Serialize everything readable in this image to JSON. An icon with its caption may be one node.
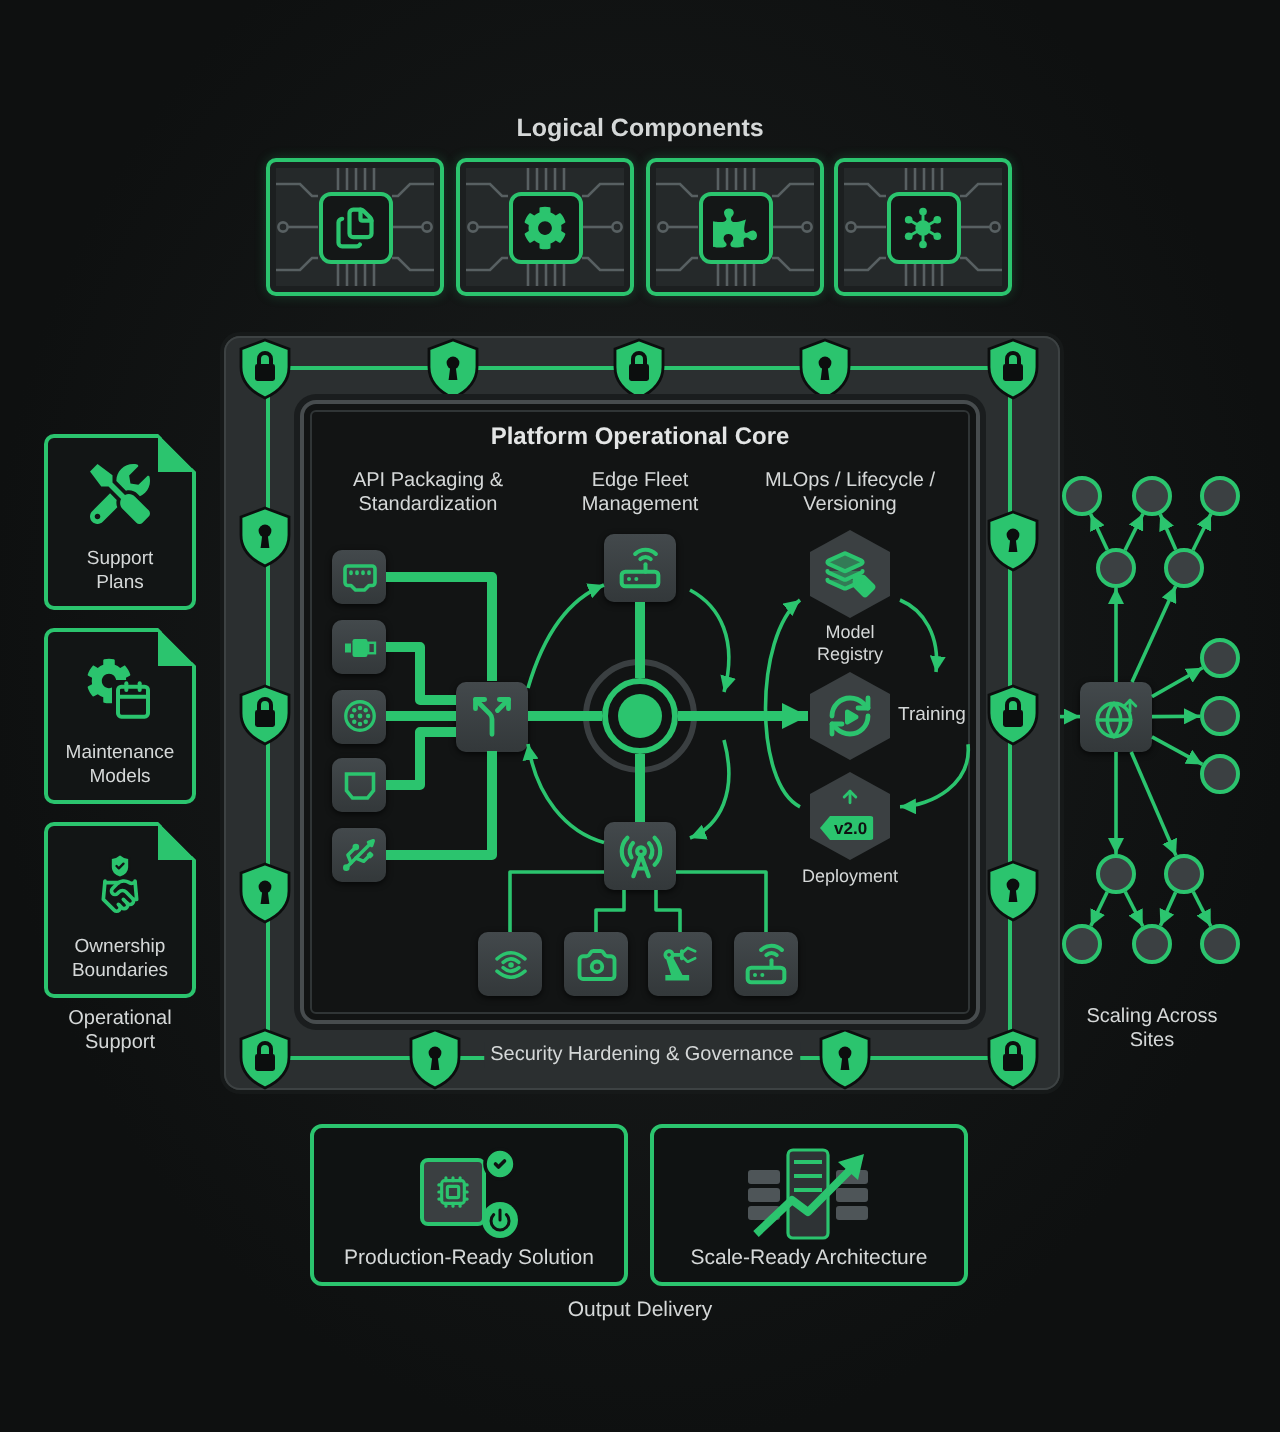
{
  "diagram": {
    "nodes": [
      {
        "text": [],
        "shape": "box"
      },
      {
        "text": [],
        "shape": "box"
      },
      {
        "text": [],
        "shape": "box"
      },
      {
        "text": [],
        "shape": "box"
      },
      {
        "text": [
          "Support Plans"
        ]
      },
      {
        "text": [
          "Maintenance Models"
        ]
      },
      {
        "text": [
          "Ownership Boundaries"
        ]
      },
      {
        "text": [
          "Security Hardening & Governance"
        ]
      },
      {
        "text": [
          "Platform Operational Core",
          "API Packaging & Standardization",
          "Edge Fleet Management",
          "MLOps / Lifecycle / Versioning"
        ],
        "in": 7
      },
      {
        "text": [],
        "shape": "box",
        "in": 8
      },
      {
        "text": [],
        "shape": "box",
        "in": 8
      },
      {
        "text": [],
        "shape": "box",
        "in": 8
      },
      {
        "text": [],
        "shape": "box",
        "in": 8
      },
      {
        "text": [],
        "shape": "box",
        "in": 8
      },
      {
        "text": [],
        "shape": "box",
        "in": 8
      },
      {
        "text": [],
        "shape": "box",
        "in": 8
      },
      {
        "text": [],
        "shape": "circle",
        "in": 8
      },
      {
        "text": [],
        "shape": "box",
        "in": 8
      },
      {
        "text": [],
        "shape": "box",
        "in": 8
      },
      {
        "text": [],
        "shape": "box",
        "in": 8
      },
      {
        "text": [],
        "shape": "box",
        "in": 8
      },
      {
        "text": [],
        "shape": "box",
        "in": 8
      },
      {
        "text": [
          "Model Registry"
        ],
        "in": 8
      },
      {
        "text": [
          "Training"
        ],
        "in": 8
      },
      {
        "text": [
          "v2.0",
          "Deployment"
        ],
        "in": 8
      },
      {
        "text": [],
        "shape": "box"
      },
      {
        "text": [],
        "shape": "circle"
      },
      {
        "text": [],
        "shape": "circle"
      },
      {
        "text": [],
        "shape": "circle"
      },
      {
        "text": [],
        "shape": "circle"
      },
      {
        "text": [],
        "shape": "circle"
      },
      {
        "text": [],
        "shape": "circle"
      },
      {
        "text": [],
        "shape": "circle"
      },
      {
        "text": [],
        "shape": "circle"
      },
      {
        "text": [],
        "shape": "circle"
      },
      {
        "text": [],
        "shape": "circle"
      },
      {
        "text": [],
        "shape": "circle"
      },
      {
        "text": [],
        "shape": "circle"
      },
      {
        "text": [],
        "shape": "circle"
      },
      {
        "text": [
          "Production-Ready Solution"
        ]
      },
      {
        "text": [
          "Scale-Ready Architecture"
        ]
      }
    ],
    "edges": [
      {
        "from": 9,
        "to": 14,
        "arrow": "none",
        "style": "thick"
      },
      {
        "from": 10,
        "to": 14,
        "arrow": "none",
        "style": "thick"
      },
      {
        "from": 11,
        "to": 14,
        "arrow": "none",
        "style": "thick"
      },
      {
        "from": 12,
        "to": 14,
        "arrow": "none",
        "style": "thick"
      },
      {
        "from": 13,
        "to": 14,
        "arrow": "none",
        "style": "thick"
      },
      {
        "from": 14,
        "to": 16,
        "arrow": "none",
        "style": "thick"
      },
      {
        "from": 16,
        "to": 15,
        "arrow": "none",
        "style": "thick"
      },
      {
        "from": 16,
        "to": 17,
        "arrow": "none",
        "style": "thick"
      },
      {
        "from": 16,
        "to": 23,
        "arrow": "to",
        "style": "thick"
      },
      {
        "from": 14,
        "to": 15,
        "arrow": "to"
      },
      {
        "from": 17,
        "to": 14,
        "arrow": "to"
      },
      {
        "from": 17,
        "to": 18,
        "arrow": "none"
      },
      {
        "from": 17,
        "to": 19,
        "arrow": "none"
      },
      {
        "from": 17,
        "to": 20,
        "arrow": "none"
      },
      {
        "from": 17,
        "to": 21,
        "arrow": "none"
      },
      {
        "from": 22,
        "to": 23,
        "arrow": "to"
      },
      {
        "from": 23,
        "to": 24,
        "arrow": "to"
      },
      {
        "from": 24,
        "to": 22,
        "arrow": "to"
      },
      {
        "from": 7,
        "to": 25,
        "arrow": "to"
      },
      {
        "from": 25,
        "to": 29,
        "arrow": "to"
      },
      {
        "from": 25,
        "to": 30,
        "arrow": "to"
      },
      {
        "from": 25,
        "to": 31,
        "arrow": "to"
      },
      {
        "from": 25,
        "to": 32,
        "arrow": "to"
      },
      {
        "from": 25,
        "to": 33,
        "arrow": "to"
      },
      {
        "from": 25,
        "to": 34,
        "arrow": "to"
      },
      {
        "from": 25,
        "to": 35,
        "arrow": "to"
      },
      {
        "from": 29,
        "to": 26,
        "arrow": "to"
      },
      {
        "from": 29,
        "to": 27,
        "arrow": "to"
      },
      {
        "from": 30,
        "to": 27,
        "arrow": "to"
      },
      {
        "from": 30,
        "to": 28,
        "arrow": "to"
      },
      {
        "from": 34,
        "to": 36,
        "arrow": "to"
      },
      {
        "from": 34,
        "to": 37,
        "arrow": "to"
      },
      {
        "from": 35,
        "to": 37,
        "arrow": "to"
      },
      {
        "from": 35,
        "to": 38,
        "arrow": "to"
      }
    ],
    "labels": [
      "Logical Components",
      "Operational Support",
      "Scaling Across Sites",
      "Output Delivery"
    ]
  }
}
